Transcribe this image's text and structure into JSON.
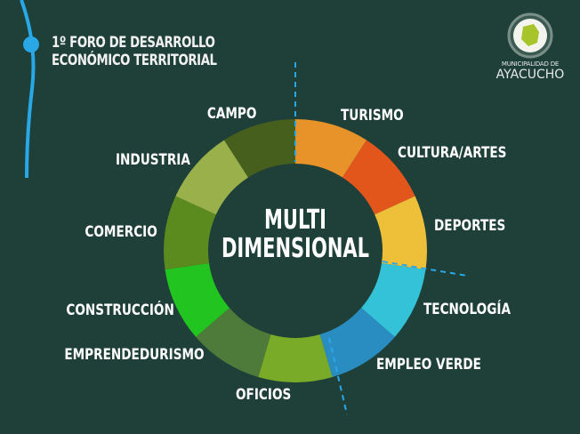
{
  "header": {
    "title_line1": "1º FORO DE DESARROLLO",
    "title_line2": "ECONÓMICO TERRITORIAL"
  },
  "logo": {
    "line1": "MUNICIPALIDAD DE",
    "line2": "AYACUCHO"
  },
  "center": {
    "line1": "MULTI",
    "line2": "DIMENSIONAL"
  },
  "segments": [
    {
      "label": "TURISMO",
      "color": "#e8922a"
    },
    {
      "label": "CULTURA/ARTES",
      "color": "#e2561c"
    },
    {
      "label": "DEPORTES",
      "color": "#eec03a"
    },
    {
      "label": "TECNOLOGÍA",
      "color": "#33c2d8"
    },
    {
      "label": "EMPLEO VERDE",
      "color": "#2a8dc2"
    },
    {
      "label": "OFICIOS",
      "color": "#79aa28"
    },
    {
      "label": "EMPRENDEDURISMO",
      "color": "#4e7a3a"
    },
    {
      "label": "CONSTRUCCIÓN",
      "color": "#22c420"
    },
    {
      "label": "COMERCIO",
      "color": "#5b8a1f"
    },
    {
      "label": "INDUSTRIA",
      "color": "#9ab04a"
    },
    {
      "label": "CAMPO",
      "color": "#465f1c"
    }
  ],
  "colors": {
    "accent": "#29a8e8",
    "background": "#1f4039"
  }
}
